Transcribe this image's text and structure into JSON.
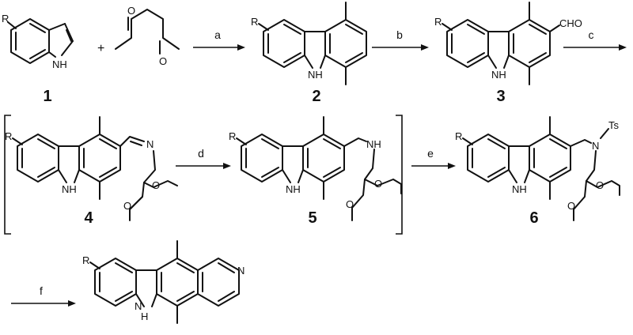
{
  "atoms": {
    "R": "R",
    "NH": "NH",
    "H": "H",
    "N": "N",
    "O": "O",
    "CHO": "CHO",
    "Ts": "Ts",
    "plus": "+"
  },
  "compounds": [
    "1",
    "2",
    "3",
    "4",
    "5",
    "6"
  ],
  "steps": [
    "a",
    "b",
    "c",
    "d",
    "e",
    "f"
  ]
}
